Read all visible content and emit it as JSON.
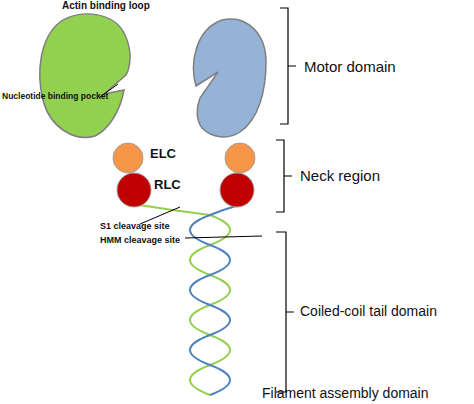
{
  "diagram": {
    "labels": [
      "Actin binding loop",
      "Nucleotide binding pocket",
      "Motor domain",
      "ELC",
      "RLC",
      "Neck region",
      "S1 cleavage site",
      "HMM cleavage site",
      "Coiled-coil tail domain",
      "Filament assembly domain"
    ]
  }
}
